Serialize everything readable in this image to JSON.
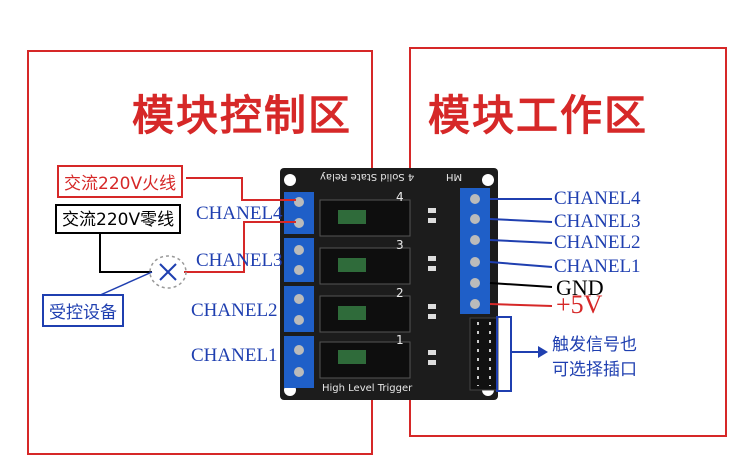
{
  "zones": {
    "control": {
      "title": "模块控制区"
    },
    "working": {
      "title": "模块工作区"
    }
  },
  "left": {
    "live_wire": "交流220V火线",
    "neutral_wire": "交流220V零线",
    "device": "受控设备",
    "channels": [
      "CHANEL4",
      "CHANEL3",
      "CHANEL2",
      "CHANEL1"
    ]
  },
  "right": {
    "channels": [
      "CHANEL4",
      "CHANEL3",
      "CHANEL2",
      "CHANEL1"
    ],
    "gnd": "GND",
    "vcc": "+5V",
    "trigger_note": [
      "触发信号也",
      "可选择插口"
    ]
  },
  "board": {
    "title": "4 Solid State Relay",
    "brand": "MH",
    "bottom": "High Level Trigger",
    "numbers": [
      "4",
      "3",
      "2",
      "1"
    ]
  },
  "colors": {
    "red": "#d62828",
    "blue": "#1f3fb0",
    "terminal": "#1f5fc8",
    "board": "#1c1c1c"
  }
}
